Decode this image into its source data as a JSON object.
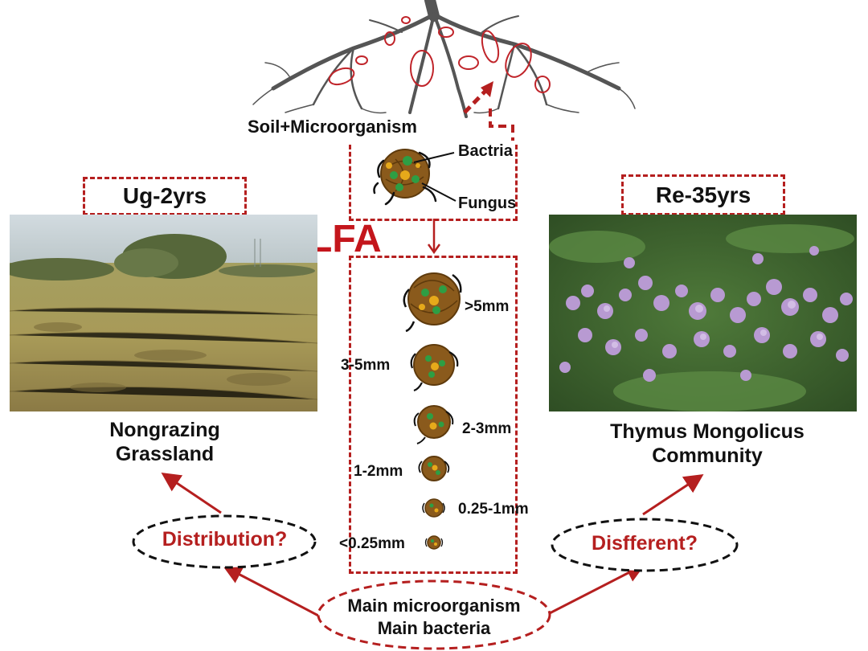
{
  "colors": {
    "accent": "#b51f1f",
    "soil": "#8a5a1c",
    "bacteria": "#2e9e44",
    "fungus": "#e6a91a"
  },
  "soil_label": "Soil+Microorganism",
  "bacteria_label": "Bactria",
  "fungus_label": "Fungus",
  "plfa_label": "PLFA",
  "left": {
    "box_label": "Ug-2yrs",
    "caption_line1": "Nongrazing",
    "caption_line2": "Grassland",
    "question": "Distribution?"
  },
  "right": {
    "box_label": "Re-35yrs",
    "caption_line1": "Thymus Mongolicus",
    "caption_line2": "Community",
    "question": "Disfferent?"
  },
  "bottom": {
    "line1": "Main microorganism",
    "line2": "Main bacteria"
  },
  "size_classes": [
    ">5mm",
    "3-5mm",
    "2-3mm",
    "1-2mm",
    "0.25-1mm",
    "<0.25mm"
  ]
}
